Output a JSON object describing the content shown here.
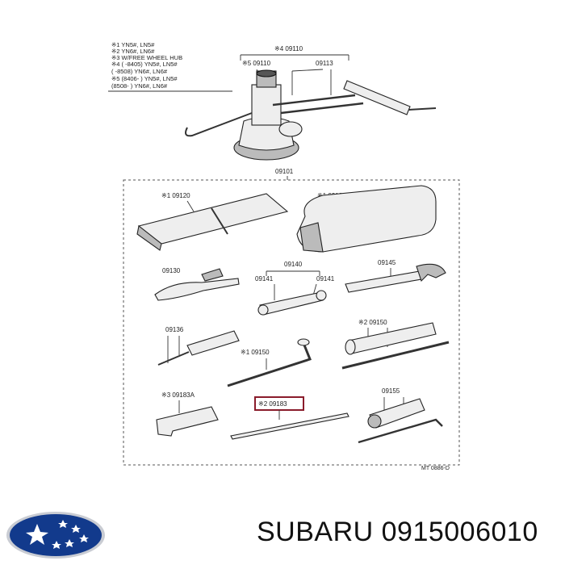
{
  "notes": [
    "※1  YN5#, LN5#",
    "※2  YN6#, LN6#",
    "※3  W/FREE WHEEL HUB",
    "※4  (        -8405) YN5#, LN5#",
    "        (        -8508) YN6#, LN6#",
    "※5  (8406-        ) YN5#, LN5#",
    "        (8508-        ) YN6#, LN6#"
  ],
  "labels": {
    "jack_set": "※4 09110",
    "jack": "※5 09110",
    "handle": "09113",
    "kit": "09101",
    "bag_left": "※1 09120",
    "bag_right": "※1 09120",
    "pliers": "09130",
    "wrench_set": "09140",
    "wrench_a": "09141",
    "wrench_b": "09141",
    "adjustable": "09145",
    "screwdriver": "09136",
    "lug_l": "※1 09150",
    "lug_r": "※2 09150",
    "holder": "※3 09183A",
    "bar": "※2 09183",
    "spark_wrench": "09155",
    "drawing_no": "MT 0886-D"
  },
  "caption": "SUBARU 0915006010",
  "colors": {
    "highlight": "#8a1c2b",
    "logo_blue": "#123a8c"
  }
}
